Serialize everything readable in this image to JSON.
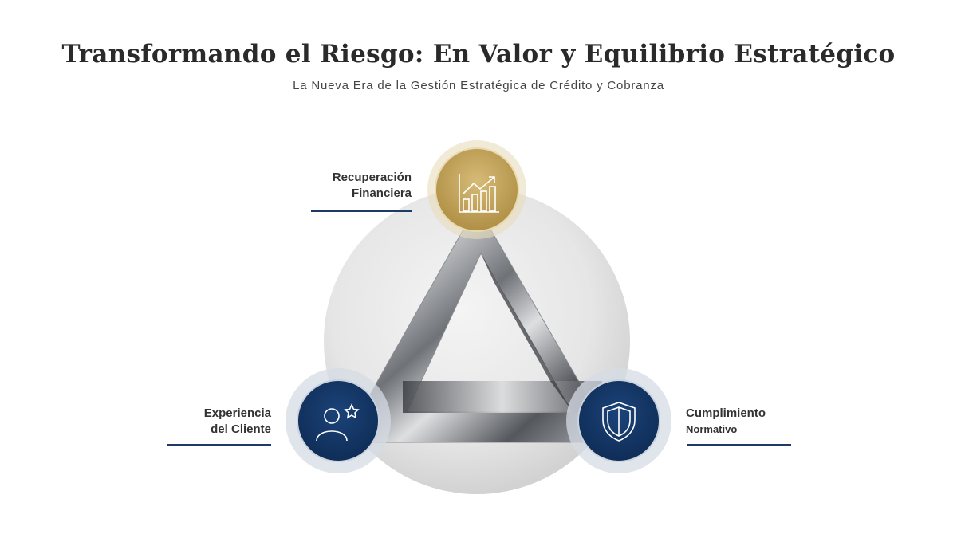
{
  "header": {
    "title": "Transformando el Riesgo: En Valor y Equilibrio Estratégico",
    "subtitle": "La Nueva Era de la Gestión Estratégica de Crédito y Cobranza"
  },
  "nodes": [
    {
      "line1": "Recuperación",
      "line2": "Financiera",
      "icon": "chart-growth-icon",
      "color": "#c4a55e"
    },
    {
      "line1": "Experiencia",
      "line2": "del Cliente",
      "icon": "user-star-icon",
      "color": "#143a6b"
    },
    {
      "line1": "Cumplimiento",
      "line2": "Normativo",
      "icon": "shield-icon",
      "color": "#143a6b"
    }
  ],
  "colors": {
    "accent_line": "#1f3a66",
    "gold": "#c4a55e",
    "navy": "#143a6b"
  }
}
